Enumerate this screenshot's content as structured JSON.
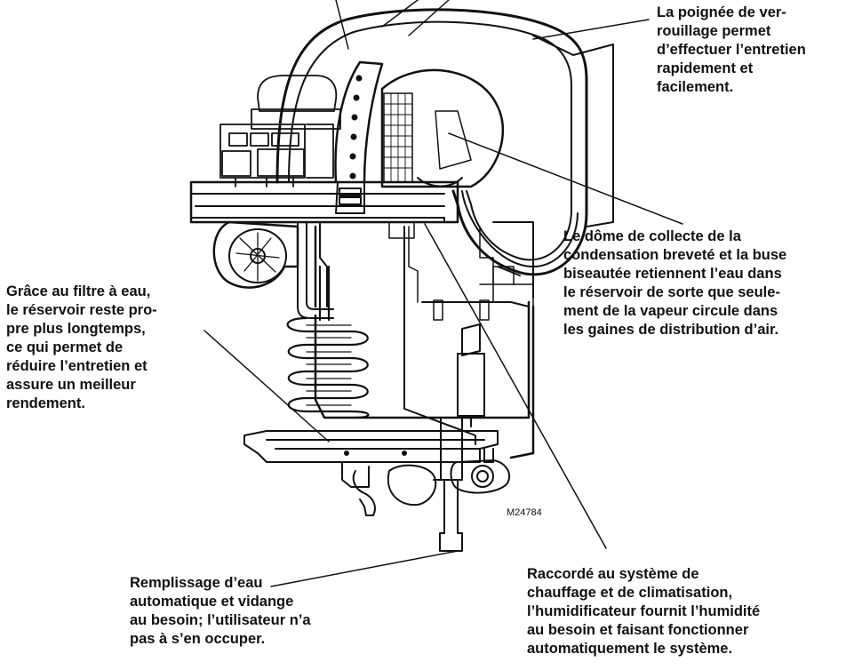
{
  "model_code": "M24784",
  "callouts": {
    "locking_handle": [
      "La poignée de ver-",
      "rouillage permet",
      "d’effectuer l’entretien",
      "rapidement et",
      "facilement."
    ],
    "condensation_dome": [
      "Le dôme de collecte de la",
      "condensation breveté et la buse",
      "biseautée retiennent l’eau dans",
      "le réservoir de sorte que seule-",
      "ment de la vapeur circule dans",
      "les gaines de distribution d’air."
    ],
    "water_filter": [
      "Grâce au filtre à eau,",
      "le réservoir reste pro-",
      "pre plus longtemps,",
      "ce qui permet de",
      "réduire l’entretien et",
      "assure un meilleur",
      "rendement."
    ],
    "auto_fill": [
      "Remplissage d’eau",
      "automatique et vidange",
      "au besoin; l’utilisateur n’a",
      "pas à s’en occuper."
    ],
    "connected_system": [
      "Raccordé au système de",
      "chauffage et de climatisation,",
      "l’humidificateur fournit l’humidité",
      "au besoin et faisant fonctionner",
      "automatiquement le système."
    ]
  }
}
